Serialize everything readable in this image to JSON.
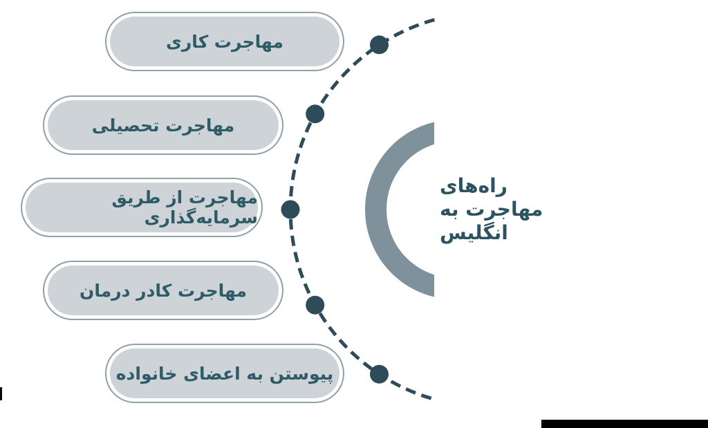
{
  "title": {
    "text": "راه‌های\nمهاجرت به\nانگلیس"
  },
  "pills": [
    {
      "label": "مهاجرت کاری"
    },
    {
      "label": "مهاجرت تحصیلی"
    },
    {
      "label": "مهاجرت از طریق سرمایه‌گذاری"
    },
    {
      "label": "مهاجرت کادر درمان"
    },
    {
      "label": "پیوستن به اعضای خانواده"
    }
  ],
  "colors": {
    "pill_fill": "#cdd3d7",
    "pill_border": "#8fa0a6",
    "pill_text": "#2e5b66",
    "title_text": "#2d5261",
    "dashed_arc": "#2e4b59",
    "connector_dot": "#2e4b59",
    "center_ring": "#7f929b",
    "bottom_bar": "#000000",
    "background": "#ffffff"
  }
}
